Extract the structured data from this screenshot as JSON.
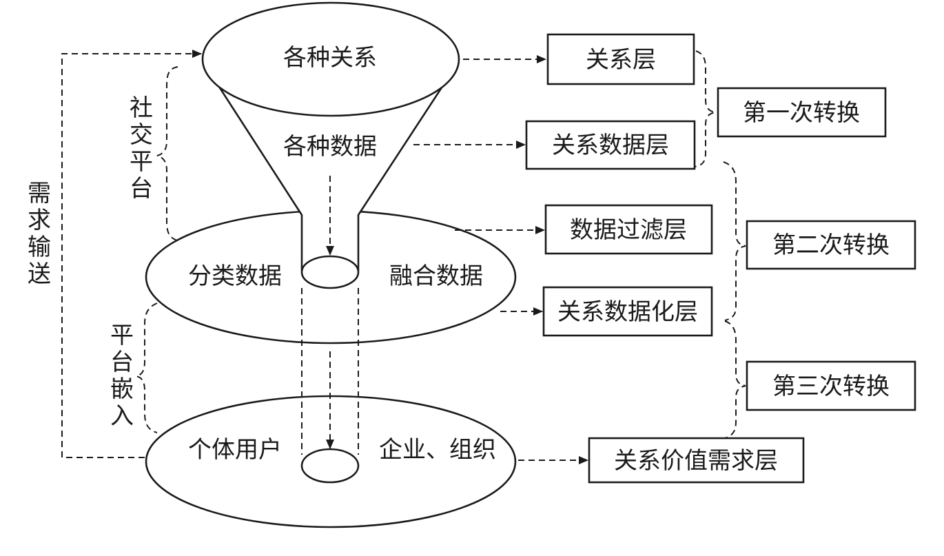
{
  "funnel": {
    "top_relations": "各种关系",
    "top_data": "各种数据",
    "middle_left": "分类数据",
    "middle_right": "融合数据",
    "bottom_left": "个体用户",
    "bottom_right": "企业、组织"
  },
  "side_labels": {
    "social_platform": [
      "社",
      "交",
      "平",
      "台"
    ],
    "platform_embed": [
      "平",
      "台",
      "嵌",
      "入"
    ],
    "demand_transport": [
      "需",
      "求",
      "输",
      "送"
    ]
  },
  "layers": {
    "relation_layer": "关系层",
    "relation_data_layer": "关系数据层",
    "data_filter_layer": "数据过滤层",
    "relation_datafication_layer": "关系数据化层",
    "relation_value_demand_layer": "关系价值需求层"
  },
  "conversions": {
    "first": "第一次转换",
    "second": "第二次转换",
    "third": "第三次转换"
  }
}
